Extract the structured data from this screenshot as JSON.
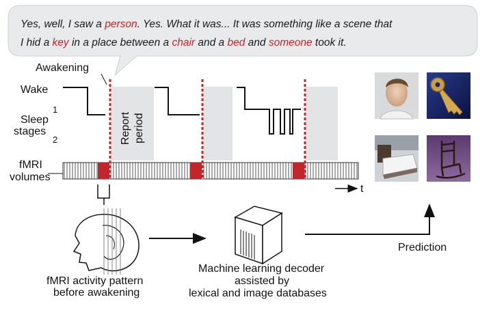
{
  "speech": {
    "line1": [
      {
        "text": "Yes, well, I saw a ",
        "hl": false
      },
      {
        "text": "person",
        "hl": true
      },
      {
        "text": ". Yes. What it was... It was something like a scene that",
        "hl": false
      }
    ],
    "line2": [
      {
        "text": "I hid a ",
        "hl": false
      },
      {
        "text": "key",
        "hl": true
      },
      {
        "text": " in a place between a ",
        "hl": false
      },
      {
        "text": "chair",
        "hl": true
      },
      {
        "text": " and a ",
        "hl": false
      },
      {
        "text": "bed",
        "hl": true
      },
      {
        "text": " and ",
        "hl": false
      },
      {
        "text": "someone",
        "hl": true
      },
      {
        "text": " took it.",
        "hl": false
      }
    ]
  },
  "labels": {
    "awakening": "Awakening",
    "wake": "Wake",
    "sleep": "Sleep",
    "stages": "stages",
    "stage1": "1",
    "stage2": "2",
    "report": "Report",
    "period": "period",
    "fmri": "fMRI",
    "volumes": "volumes",
    "t": "t",
    "prediction": "Prediction",
    "fmri_caption_1": "fMRI activity pattern",
    "fmri_caption_2": "before awakening",
    "decoder_caption_1": "Machine learning decoder",
    "decoder_caption_2": "assisted by",
    "decoder_caption_3": "lexical and image databases"
  },
  "images": [
    {
      "name": "person-photo",
      "subject": "person"
    },
    {
      "name": "key-photo",
      "subject": "key"
    },
    {
      "name": "bed-photo",
      "subject": "bed"
    },
    {
      "name": "chair-photo",
      "subject": "chair"
    }
  ],
  "colors": {
    "highlight": "#c0262c",
    "awakening_line": "#c0262c",
    "report_shade": "#e2e4e6",
    "bubble": "#e9eaeb"
  }
}
